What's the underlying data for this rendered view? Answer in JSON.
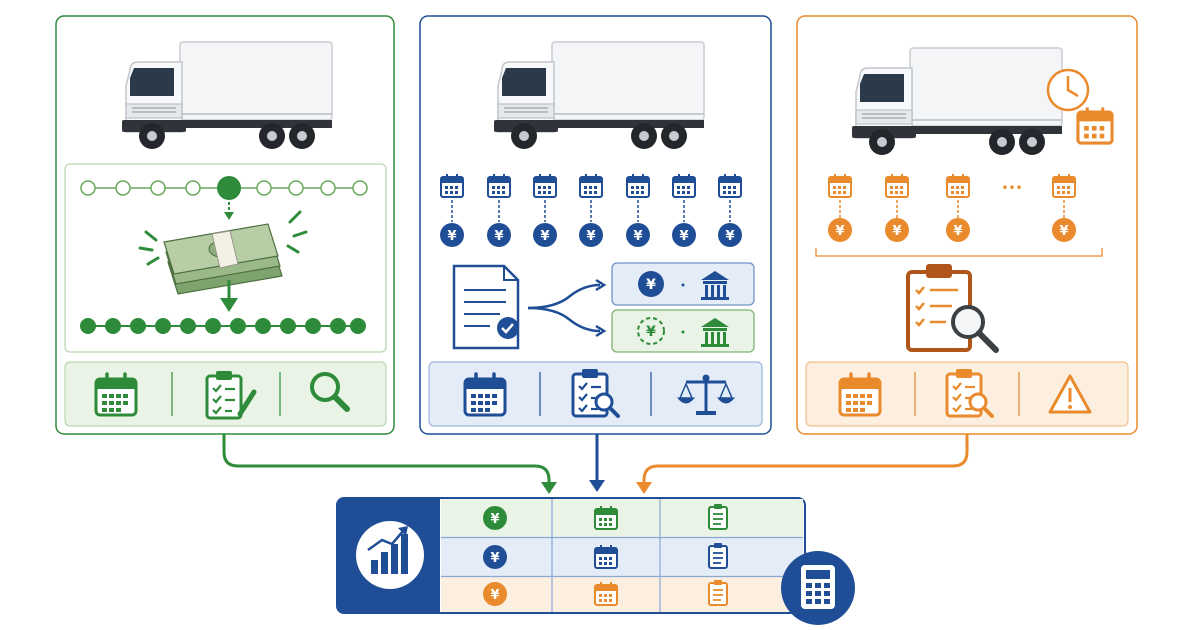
{
  "colors": {
    "green": "#2e8b3a",
    "green_light": "#eaf4e6",
    "blue": "#1f4e96",
    "blue_light": "#e4ecf7",
    "orange": "#e98a2c",
    "orange_light": "#fcefe0",
    "truck_body": "#f2f3f5",
    "cash": "#9bb889"
  },
  "symbols": {
    "currency": "¥",
    "ellipsis": "•••"
  },
  "panels": [
    {
      "key": "lump-sum",
      "color": "green",
      "icons": [
        "truck-icon",
        "timeline-icon",
        "cash-bundle-icon",
        "calendar-icon",
        "clipboard-pen-icon",
        "magnifier-icon"
      ]
    },
    {
      "key": "installment",
      "color": "blue",
      "icons": [
        "truck-icon",
        "calendar-icon",
        "yen-coin-icon",
        "document-check-icon",
        "bank-icon",
        "calendar-icon",
        "clipboard-search-icon",
        "scales-icon"
      ]
    },
    {
      "key": "lease",
      "color": "orange",
      "icons": [
        "truck-icon",
        "clock-icon",
        "calendar-icon",
        "yen-coin-icon",
        "clipboard-search-icon",
        "warning-icon"
      ]
    }
  ],
  "summary": {
    "rows": [
      "green",
      "blue",
      "orange"
    ],
    "columns": [
      "yen-coin-icon",
      "calendar-icon",
      "checklist-icon"
    ],
    "icons": [
      "chart-growth-icon",
      "calculator-icon"
    ]
  }
}
